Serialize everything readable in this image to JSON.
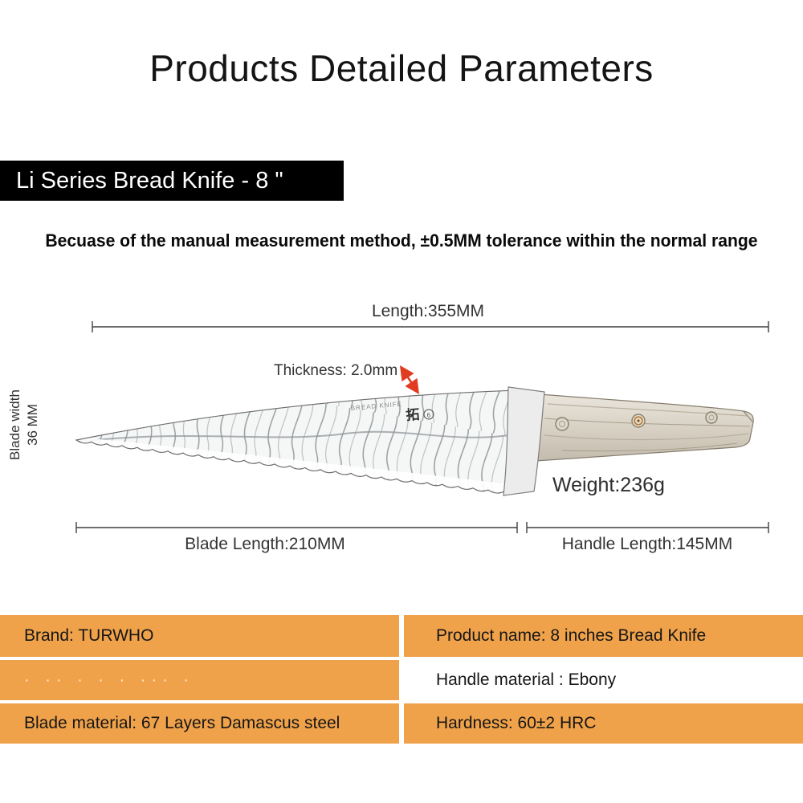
{
  "title": "Products Detailed Parameters",
  "banner": {
    "text": "Li Series Bread Knife - 8 \""
  },
  "note": "Becuase of the manual measurement method, ±0.5MM tolerance within the normal range",
  "diagram": {
    "length_label": "Length:355MM",
    "thickness_label": "Thickness: 2.0mm",
    "blade_width_line1": "Blade width",
    "blade_width_line2": "36 MM",
    "weight_label": "Weight:236g",
    "blade_length_label": "Blade Length:210MM",
    "handle_length_label": "Handle Length:145MM",
    "blade_marking": "BREAD KNIFE",
    "blade_logo": "拓",
    "blade_logo_badge": "6"
  },
  "spec_table": {
    "rows": [
      {
        "left": "Brand: TURWHO",
        "right": "Product name: 8 inches Bread Knife"
      },
      {
        "left_dots": "· ·· ·  · · ··· ·",
        "right": "Handle material : Ebony"
      },
      {
        "left": "Blade material: 67 Layers Damascus steel",
        "right": "Hardness:  60±2 HRC"
      }
    ]
  },
  "colors": {
    "accent_orange": "#F0A24A",
    "banner_black": "#000000",
    "arrow_red": "#E03C22"
  }
}
